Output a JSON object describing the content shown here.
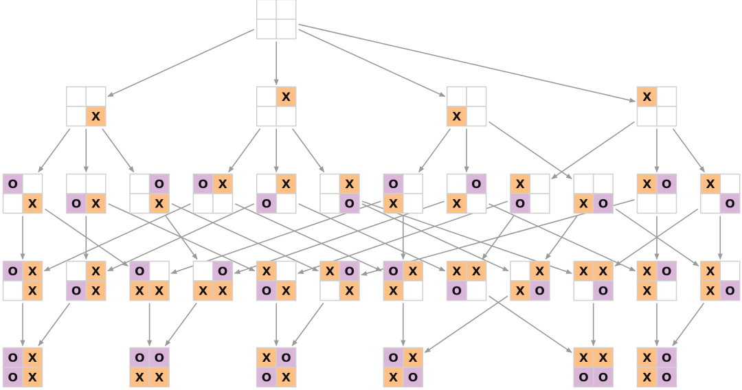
{
  "colors": {
    "x_fill": "#FFC086",
    "o_fill": "#DAB6DA",
    "empty_fill": "#FFFFFF",
    "grid": "#D0D0D0",
    "edge": "#9A9A9A"
  },
  "levels": [
    [
      [
        "",
        "",
        "",
        ""
      ]
    ],
    [
      [
        "",
        "",
        "",
        "X"
      ],
      [
        "",
        "X",
        "",
        ""
      ],
      [
        "",
        "",
        "X",
        ""
      ],
      [
        "X",
        "",
        "",
        ""
      ]
    ],
    [
      [
        "O",
        "",
        "",
        "X"
      ],
      [
        "",
        "",
        "O",
        "X"
      ],
      [
        "",
        "O",
        "",
        "X"
      ],
      [
        "O",
        "X",
        "",
        ""
      ],
      [
        "",
        "X",
        "O",
        ""
      ],
      [
        "",
        "X",
        "",
        "O"
      ],
      [
        "O",
        "",
        "X",
        ""
      ],
      [
        "",
        "O",
        "X",
        ""
      ],
      [
        "X",
        "",
        "O",
        ""
      ],
      [
        "",
        "",
        "X",
        "O"
      ],
      [
        "X",
        "O",
        "",
        ""
      ],
      [
        "X",
        "",
        "",
        "O"
      ]
    ],
    [
      [
        "O",
        "X",
        "",
        "X"
      ],
      [
        "",
        "X",
        "O",
        "X"
      ],
      [
        "O",
        "",
        "X",
        "X"
      ],
      [
        "",
        "O",
        "X",
        "X"
      ],
      [
        "X",
        "",
        "O",
        "X"
      ],
      [
        "X",
        "O",
        "",
        "X"
      ],
      [
        "O",
        "X",
        "X",
        ""
      ],
      [
        "X",
        "X",
        "O",
        ""
      ],
      [
        "",
        "X",
        "X",
        "O"
      ],
      [
        "X",
        "X",
        "",
        "O"
      ],
      [
        "X",
        "O",
        "X",
        ""
      ],
      [
        "X",
        "",
        "X",
        "O"
      ]
    ],
    [
      [
        "O",
        "X",
        "O",
        "X"
      ],
      [
        "O",
        "O",
        "X",
        "X"
      ],
      [
        "X",
        "O",
        "O",
        "X"
      ],
      [
        "O",
        "X",
        "X",
        "O"
      ],
      [
        "X",
        "X",
        "O",
        "O"
      ],
      [
        "X",
        "O",
        "X",
        "O"
      ]
    ]
  ],
  "edges": [
    [
      [
        0,
        0
      ],
      [
        0,
        1
      ],
      [
        0,
        2
      ],
      [
        0,
        3
      ]
    ],
    [
      [
        0,
        0
      ],
      [
        0,
        1
      ],
      [
        0,
        2
      ],
      [
        1,
        3
      ],
      [
        1,
        4
      ],
      [
        1,
        5
      ],
      [
        2,
        6
      ],
      [
        2,
        7
      ],
      [
        2,
        9
      ],
      [
        3,
        8
      ],
      [
        3,
        10
      ],
      [
        3,
        11
      ]
    ],
    [
      [
        0,
        0
      ],
      [
        0,
        2
      ],
      [
        1,
        4
      ],
      [
        1,
        1
      ],
      [
        2,
        5
      ],
      [
        2,
        3
      ],
      [
        3,
        6
      ],
      [
        3,
        0
      ],
      [
        4,
        7
      ],
      [
        4,
        1
      ],
      [
        5,
        9
      ],
      [
        5,
        8
      ],
      [
        6,
        6
      ],
      [
        6,
        2
      ],
      [
        7,
        10
      ],
      [
        7,
        3
      ],
      [
        8,
        7
      ],
      [
        8,
        4
      ],
      [
        9,
        11
      ],
      [
        9,
        8
      ],
      [
        10,
        10
      ],
      [
        10,
        5
      ],
      [
        11,
        9
      ],
      [
        11,
        11
      ]
    ],
    [
      [
        0,
        0
      ],
      [
        1,
        0
      ],
      [
        2,
        1
      ],
      [
        3,
        1
      ],
      [
        4,
        2
      ],
      [
        5,
        2
      ],
      [
        6,
        3
      ],
      [
        7,
        4
      ],
      [
        8,
        3
      ],
      [
        9,
        4
      ],
      [
        10,
        5
      ],
      [
        11,
        5
      ]
    ]
  ]
}
